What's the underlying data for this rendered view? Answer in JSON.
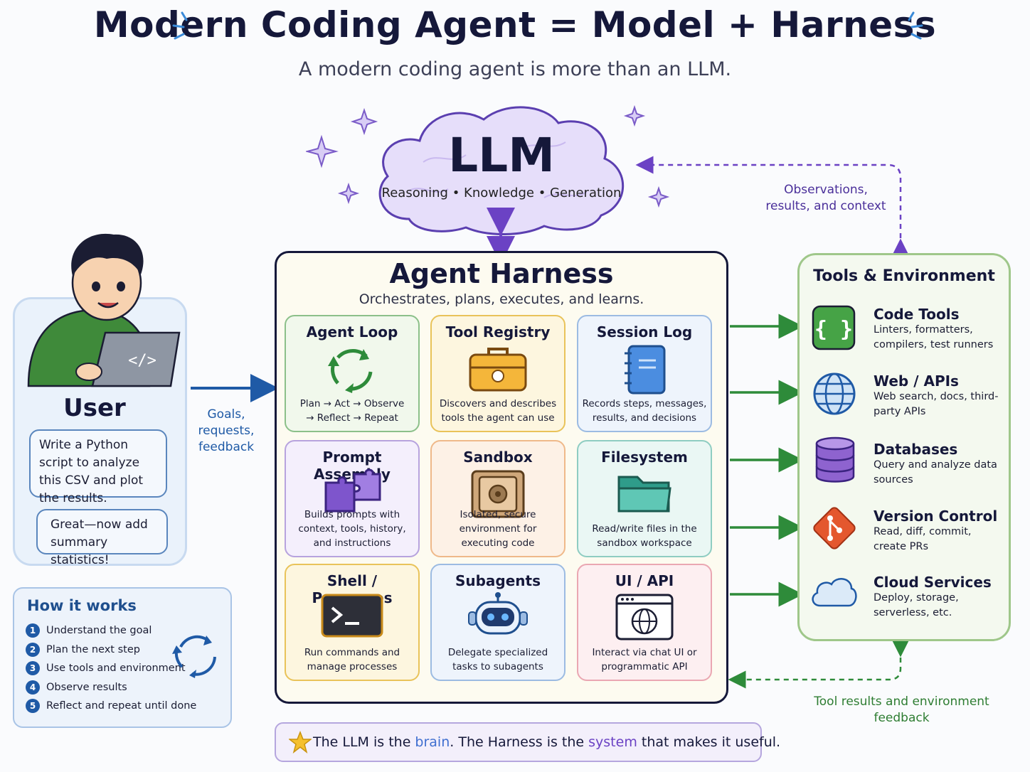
{
  "header": {
    "title": "Modern Coding Agent = Model + Harness",
    "subtitle": "A modern coding agent is more than an LLM."
  },
  "llm": {
    "title": "LLM",
    "subtitle": "Reasoning • Knowledge • Generation"
  },
  "edges": {
    "observations": [
      "Observations,",
      "results, and context"
    ],
    "goals": [
      "Goals,",
      "requests,",
      "feedback"
    ],
    "tool_results": [
      "Tool results and environment",
      "feedback"
    ]
  },
  "user": {
    "title": "User",
    "messages": [
      "Write a Python script to analyze this CSV and plot the results.",
      "Great—now add summary statistics!"
    ]
  },
  "how": {
    "title": "How it works",
    "steps": [
      {
        "num": "1",
        "text": "Understand the goal"
      },
      {
        "num": "2",
        "text": "Plan the next step"
      },
      {
        "num": "3",
        "text": "Use tools and environment"
      },
      {
        "num": "4",
        "text": "Observe results"
      },
      {
        "num": "5",
        "text": "Reflect and repeat until done"
      }
    ]
  },
  "harness": {
    "title": "Agent Harness",
    "subtitle": "Orchestrates, plans, executes, and learns.",
    "cards": [
      {
        "title": "Agent Loop",
        "desc": "Plan → Act → Observe\n→ Reflect → Repeat",
        "icon": "cycle-arrows-icon",
        "color": "#8cc08a",
        "bg": "#f1f8ec"
      },
      {
        "title": "Tool Registry",
        "desc": "Discovers and describes tools the agent can use",
        "icon": "toolbox-icon",
        "color": "#e9c35a",
        "bg": "#fdf6df"
      },
      {
        "title": "Session Log",
        "desc": "Records steps, messages, results, and decisions",
        "icon": "notebook-icon",
        "color": "#9cbbe2",
        "bg": "#eef4fc"
      },
      {
        "title": "Prompt Assembly",
        "desc": "Builds prompts with context, tools, history, and instructions",
        "icon": "puzzle-icon",
        "color": "#b7a3de",
        "bg": "#f4effc"
      },
      {
        "title": "Sandbox",
        "desc": "Isolated, secure environment for executing code",
        "icon": "safe-icon",
        "color": "#efb98a",
        "bg": "#fdf1e6"
      },
      {
        "title": "Filesystem",
        "desc": "Read/write files in the sandbox workspace",
        "icon": "folder-icon",
        "color": "#8fcdc2",
        "bg": "#eaf7f4"
      },
      {
        "title": "Shell / Processes",
        "desc": "Run commands and manage processes",
        "icon": "terminal-icon",
        "color": "#e9c35a",
        "bg": "#fdf6df"
      },
      {
        "title": "Subagents",
        "desc": "Delegate specialized tasks to subagents",
        "icon": "robot-icon",
        "color": "#9cbbe2",
        "bg": "#eef4fc"
      },
      {
        "title": "UI / API",
        "desc": "Interact via chat UI or programmatic API",
        "icon": "browser-globe-icon",
        "color": "#eaa7b2",
        "bg": "#fdeff1"
      }
    ]
  },
  "tools": {
    "title": "Tools & Environment",
    "items": [
      {
        "name": "Code Tools",
        "desc": "Linters, formatters, compilers, test runners",
        "icon": "braces-icon"
      },
      {
        "name": "Web / APIs",
        "desc": "Web search, docs, third-party APIs",
        "icon": "globe-icon"
      },
      {
        "name": "Databases",
        "desc": "Query and analyze data sources",
        "icon": "database-icon"
      },
      {
        "name": "Version Control",
        "desc": "Read, diff, commit, create PRs",
        "icon": "git-icon"
      },
      {
        "name": "Cloud Services",
        "desc": "Deploy, storage, serverless, etc.",
        "icon": "cloud-icon"
      }
    ]
  },
  "footer": {
    "parts": [
      "The LLM is the ",
      "brain",
      ". The Harness is the ",
      "system",
      " that makes it useful."
    ]
  },
  "colors": {
    "purple": "#6b42c4",
    "green": "#2e8b3a",
    "blue": "#1f5aa6"
  }
}
